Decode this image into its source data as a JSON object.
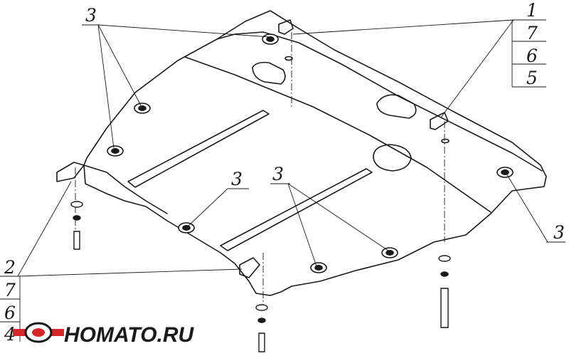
{
  "callouts": {
    "top_left_3": "3",
    "top_right_1": "1",
    "top_right_7": "7",
    "top_right_6": "6",
    "top_right_5": "5",
    "mid_3_a": "3",
    "mid_3_b": "3",
    "right_3": "3",
    "bottom_left_2": "2",
    "bottom_left_7": "7",
    "bottom_left_6": "6",
    "bottom_left_4": "4"
  },
  "logo": {
    "text": "HOMATO.RU",
    "colors": {
      "red": "#d7262b",
      "dark": "#1a1a1a"
    }
  },
  "colors": {
    "line": "#1a1a1a",
    "background": "#ffffff"
  }
}
